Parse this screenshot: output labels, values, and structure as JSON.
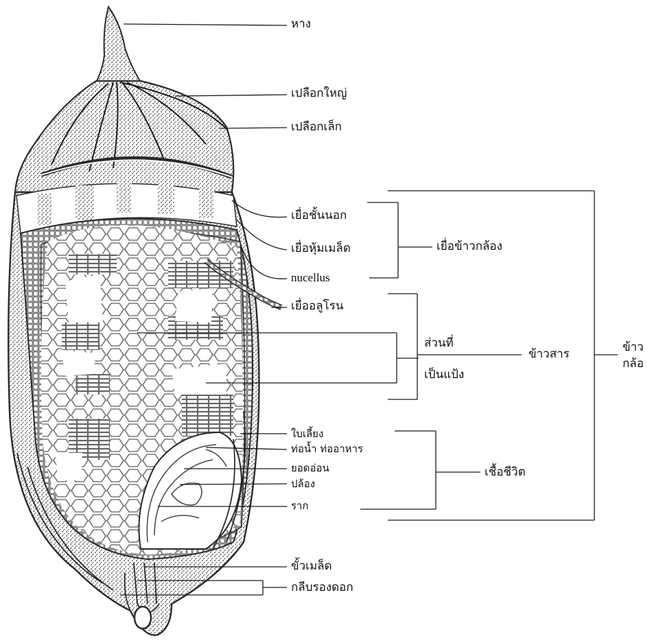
{
  "labels": {
    "awn": "หาง",
    "lemma": "เปลือกใหญ่",
    "palea": "เปลือกเล็ก",
    "pericarp": "เยื่อชั้นนอก",
    "seed_coat": "เยื่อหุ้มเมล็ด",
    "nucellus": "nucellus",
    "aleurone": "เยื่ออลูโรน",
    "bran_group": "เยื่อข้าวกล้อง",
    "starchy_1": "ส่วนที่",
    "starchy_2": "เป็นแป้ง",
    "milled_rice": "ข้าวสาร",
    "brown_rice_1": "ข้าว",
    "brown_rice_2": "กล้อ",
    "scutellum": "ใบเลี้ยง",
    "vascular": "ท่อน้ำ ท่ออาหาร",
    "plumule": "ยอดอ่อน",
    "internode": "ปล้อง",
    "radicle": "ราก",
    "embryo_group": "เชื้อชีวิต",
    "rachilla": "ขั้วเมล็ด",
    "sterile_lemmas": "กลีบรองดอก"
  },
  "colors": {
    "ink": "#2a2a2a",
    "stipple": "#555555",
    "cell": "#6a6a6a"
  }
}
